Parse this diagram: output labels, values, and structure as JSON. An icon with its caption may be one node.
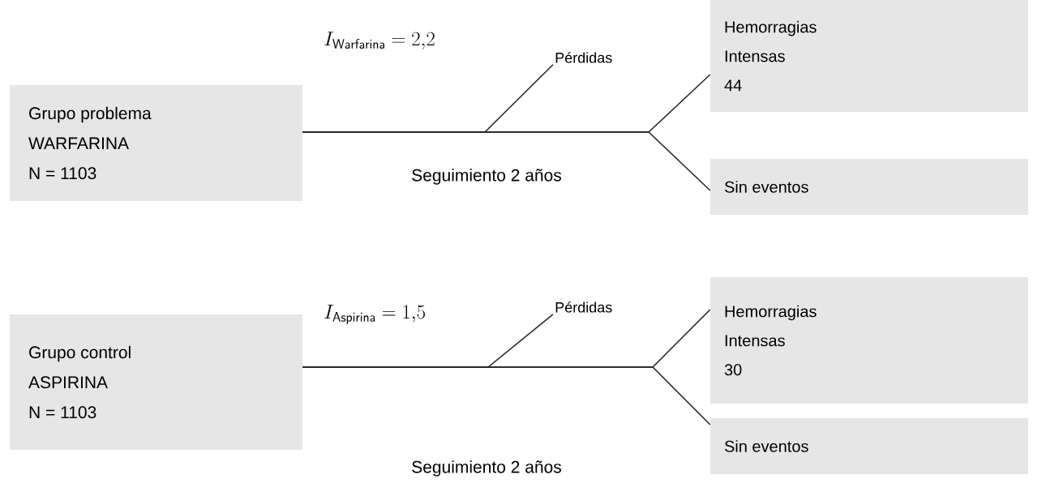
{
  "diagram": {
    "nodes": [
      {
        "text": [
          "Grupo problema",
          "WARFARINA",
          "N = 1103"
        ]
      },
      {
        "text": [
          "Pérdidas"
        ]
      },
      {
        "text": [
          "Hemorragias Intensas",
          "44"
        ]
      },
      {
        "text": [
          "Sin eventos"
        ]
      },
      {
        "text": [
          "Grupo control",
          "ASPIRINA",
          "N = 1103"
        ]
      },
      {
        "text": [
          "Pérdidas"
        ]
      },
      {
        "text": [
          "Hemorragias Intensas",
          "30"
        ]
      },
      {
        "text": [
          "Sin eventos"
        ]
      }
    ],
    "edges": [
      {
        "from": 0,
        "to": 1,
        "arrow": "none"
      },
      {
        "from": 0,
        "to": 2,
        "arrow": "none"
      },
      {
        "from": 0,
        "to": 3,
        "arrow": "none"
      },
      {
        "from": 4,
        "to": 5,
        "arrow": "none"
      },
      {
        "from": 4,
        "to": 6,
        "arrow": "none"
      },
      {
        "from": 4,
        "to": 7,
        "arrow": "none"
      }
    ],
    "labels": [
      "I_{\\mathsf{Warfarina}} = 2{,}2",
      "Seguimiento 2 años",
      "I_{\\mathsf{Aspirina}} = 1{,}5",
      "Seguimiento 2 años"
    ]
  }
}
